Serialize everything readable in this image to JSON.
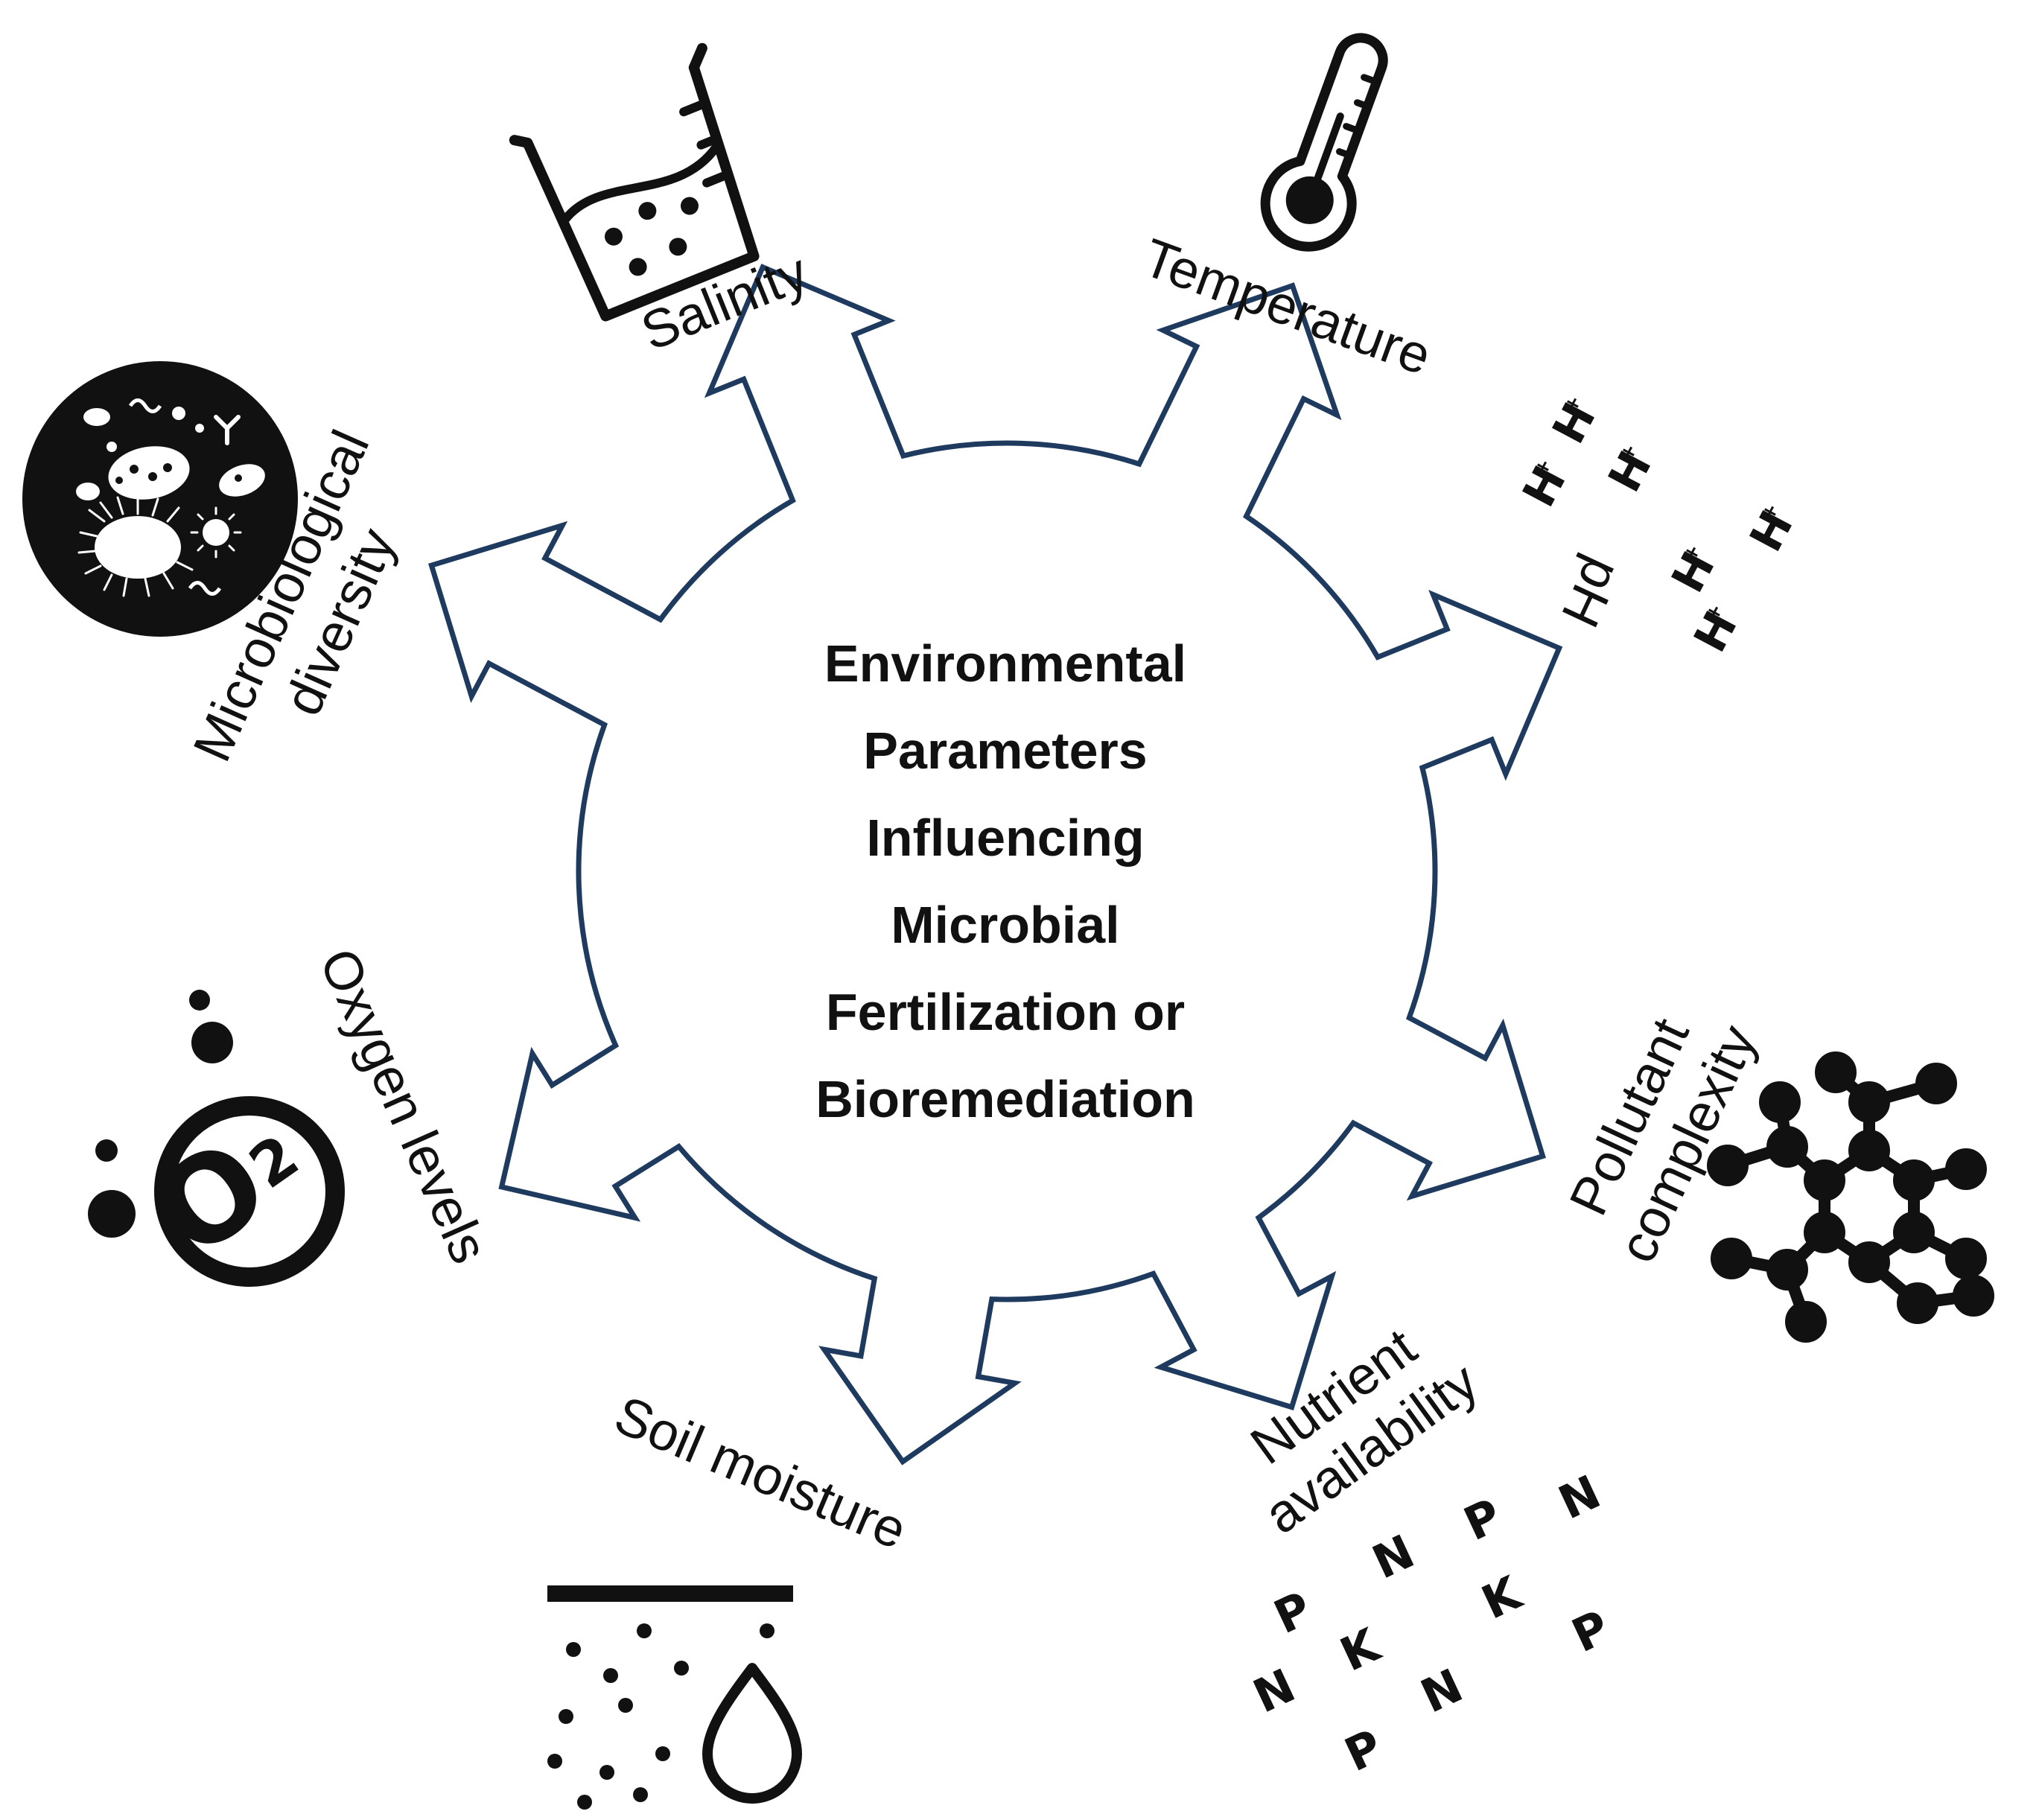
{
  "diagram": {
    "center_lines": [
      "Environmental",
      "Parameters",
      "Influencing",
      "Microbial",
      "Fertilization or",
      "Bioremediation"
    ],
    "colors": {
      "outline": "#1f3a5f",
      "ink": "#111111",
      "background": "#ffffff"
    },
    "parameters": {
      "salinity": {
        "label": "Salinity",
        "icon": "beaker-icon"
      },
      "temperature": {
        "label": "Temperature",
        "icon": "thermometer-icon"
      },
      "ph": {
        "label": "pH",
        "icon": "hydrogen-ions-icon",
        "ion_symbol": "H",
        "ion_charge": "+"
      },
      "pollutant": {
        "lines": [
          "Pollutant",
          "complexity"
        ],
        "icon": "molecule-icon"
      },
      "nutrient": {
        "lines": [
          "Nutrient",
          "availability"
        ],
        "icon": "npk-letters-icon",
        "letters": [
          "N",
          "P",
          "N",
          "P",
          "K",
          "K",
          "P",
          "N",
          "N",
          "P"
        ]
      },
      "soil_moisture": {
        "label": "Soil moisture",
        "icon": "soil-water-drop-icon"
      },
      "oxygen": {
        "label": "Oxygen levels",
        "icon": "o2-bubbles-icon",
        "symbol": "O",
        "subscript": "2"
      },
      "microbio": {
        "lines": [
          "Microbiological",
          "diversity"
        ],
        "icon": "microbes-icon"
      }
    }
  }
}
